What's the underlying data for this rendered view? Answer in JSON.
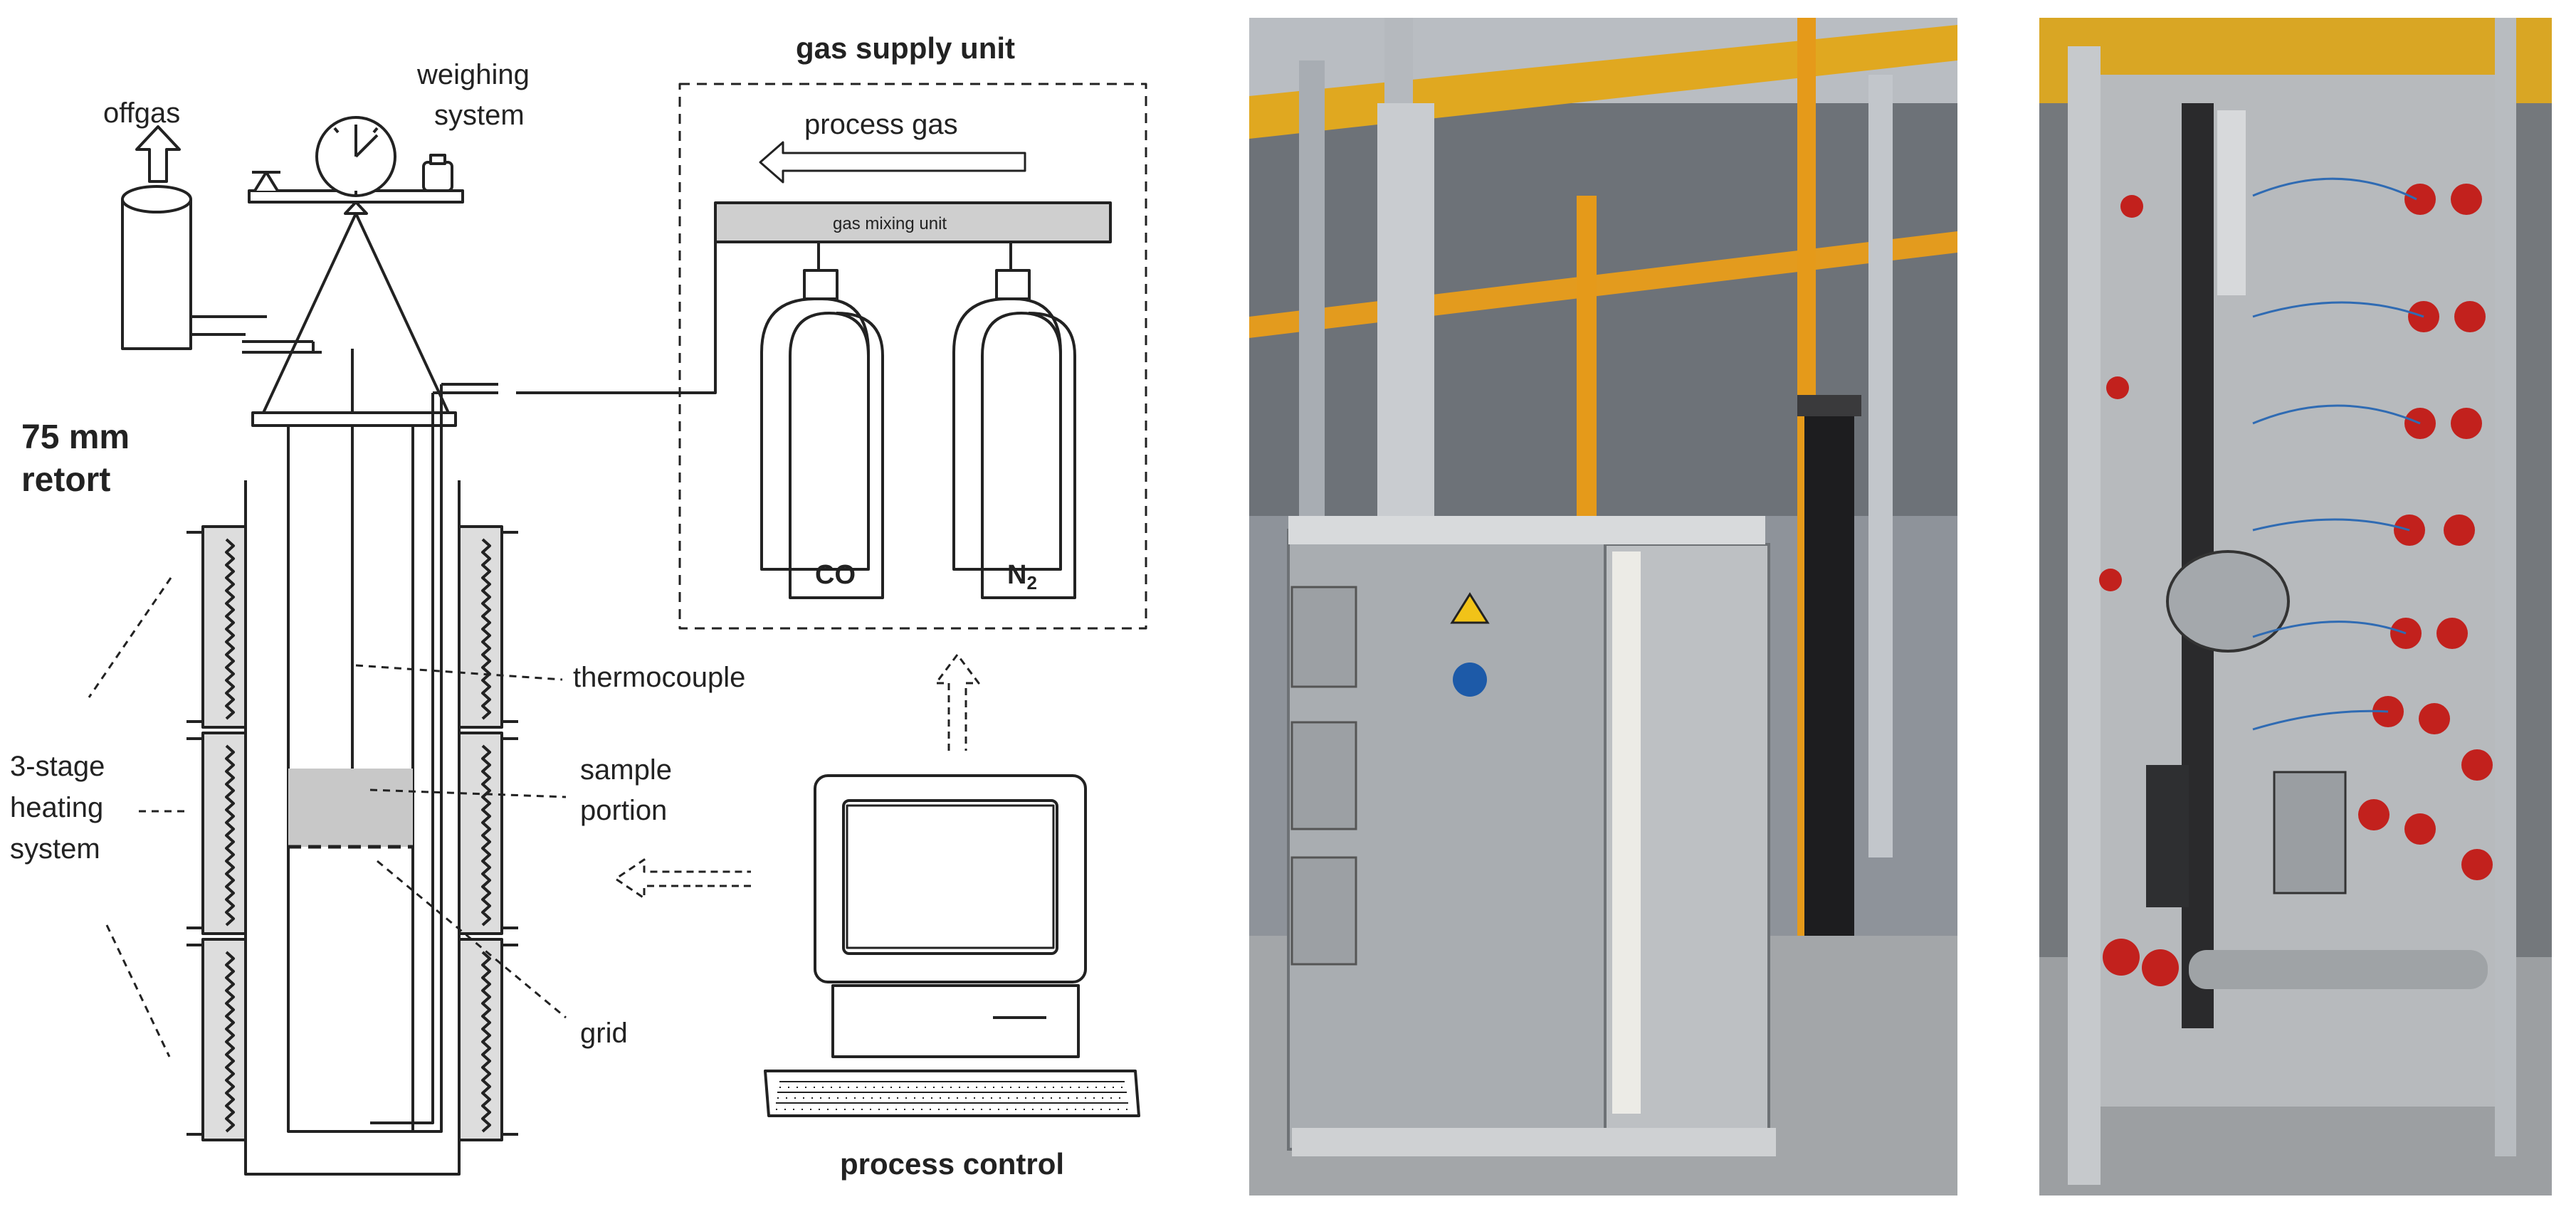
{
  "schematic": {
    "offgas": "offgas",
    "weighing_system": [
      "weighing",
      "system"
    ],
    "gas_supply_unit": "gas supply unit",
    "process_gas": "process gas",
    "gas_mixing_unit": "gas mixing unit",
    "cylinder_co": "CO",
    "cylinder_n2": "N",
    "cylinder_n2_sub": "2",
    "retort": [
      "75 mm",
      "retort"
    ],
    "thermocouple": "thermocouple",
    "sample_portion": [
      "sample",
      "portion"
    ],
    "heating_system": [
      "3-stage",
      "heating",
      "system"
    ],
    "grid": "grid",
    "process_control": "process control"
  },
  "photos": [
    {
      "icon": "furnace-photo"
    },
    {
      "icon": "gas-panel-photo"
    }
  ]
}
